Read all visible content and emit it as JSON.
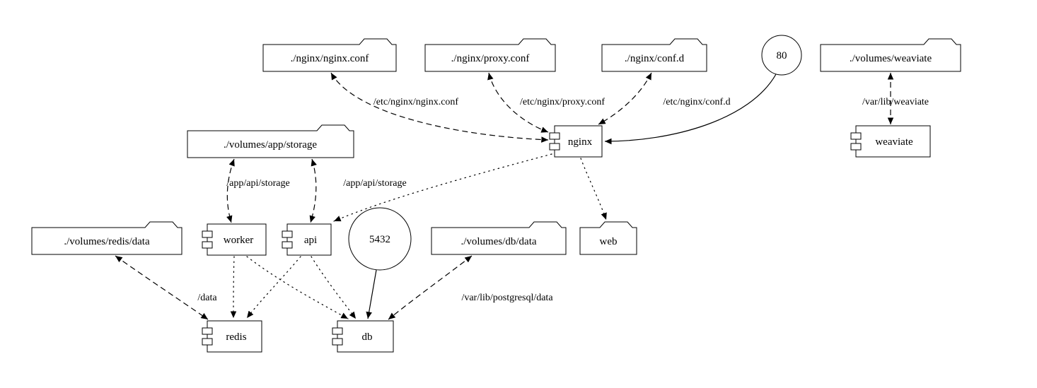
{
  "diagram": {
    "folders": {
      "nginx_conf": "./nginx/nginx.conf",
      "proxy_conf": "./nginx/proxy.conf",
      "conf_d": "./nginx/conf.d",
      "volumes_weaviate": "./volumes/weaviate",
      "app_storage": "./volumes/app/storage",
      "redis_data": "./volumes/redis/data",
      "db_data": "./volumes/db/data",
      "web": "web"
    },
    "components": {
      "nginx": "nginx",
      "weaviate": "weaviate",
      "worker": "worker",
      "api": "api",
      "redis": "redis",
      "db": "db"
    },
    "ports": {
      "http": "80",
      "postgres": "5432"
    },
    "edge_labels": {
      "nginx_conf_mount": "/etc/nginx/nginx.conf",
      "proxy_conf_mount": "/etc/nginx/proxy.conf",
      "conf_d_mount": "/etc/nginx/conf.d",
      "weaviate_mount": "/var/lib/weaviate",
      "worker_storage_mount": "/app/api/storage",
      "api_storage_mount": "/app/api/storage",
      "redis_mount": "/data",
      "db_mount": "/var/lib/postgresql/data"
    }
  }
}
